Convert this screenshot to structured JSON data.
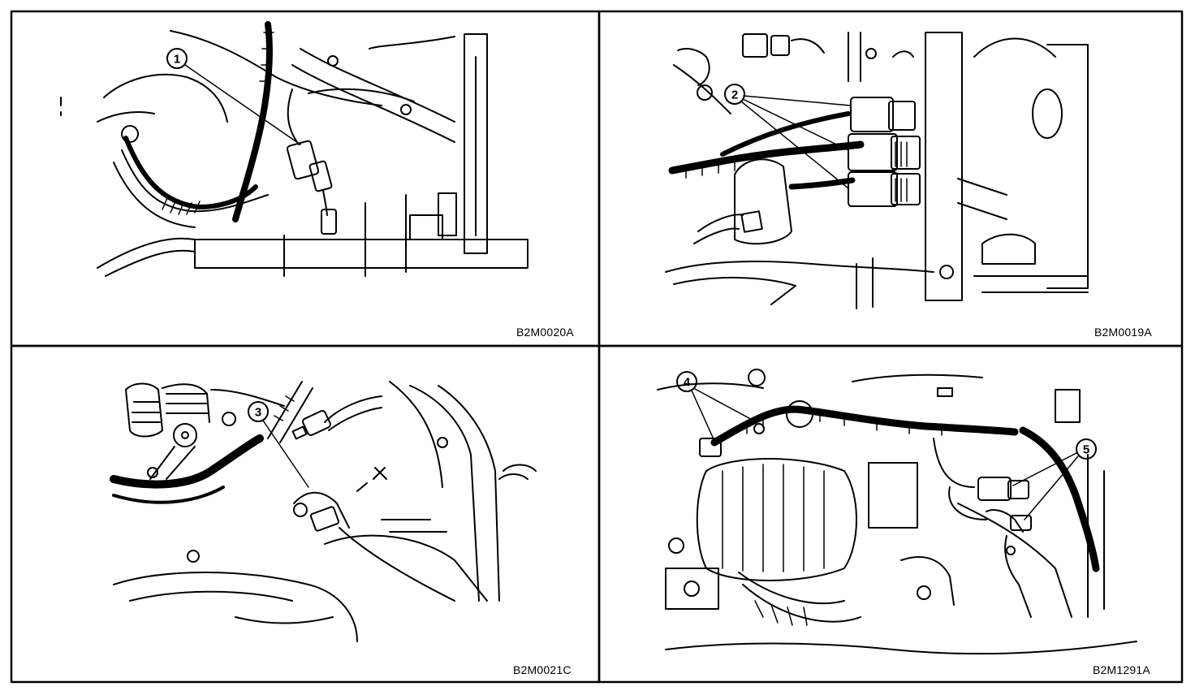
{
  "panels": [
    {
      "id": "top-left",
      "code": "B2M0020A",
      "callout": "1"
    },
    {
      "id": "top-right",
      "code": "B2M0019A",
      "callout": "2"
    },
    {
      "id": "bottom-left",
      "code": "B2M0021C",
      "callout": "3"
    },
    {
      "id": "bottom-right",
      "code": "B2M1291A",
      "callouts": [
        "4",
        "5"
      ]
    }
  ],
  "colors": {
    "ink": "#000000",
    "paper": "#ffffff"
  }
}
